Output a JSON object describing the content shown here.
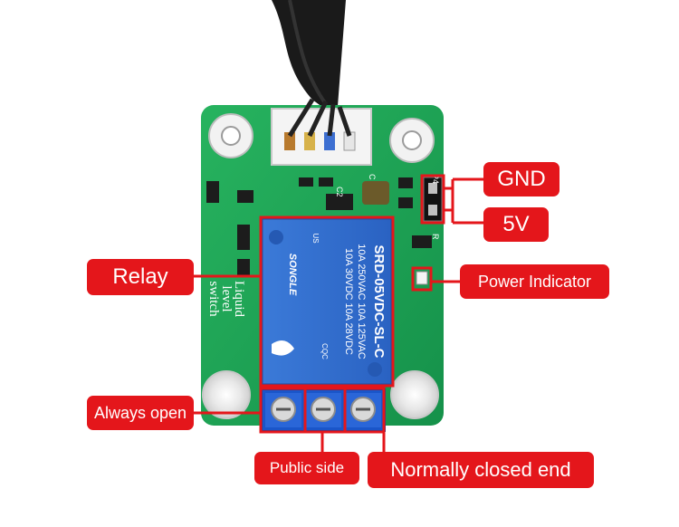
{
  "labels": {
    "gnd": "GND",
    "vcc": "5V",
    "power_indicator": "Power Indicator",
    "relay": "Relay",
    "always_open": "Always open",
    "public_side": "Public side",
    "normally_closed": "Normally closed end"
  },
  "board_text": {
    "silk_line1": "Liquid",
    "silk_line2": "level",
    "silk_line3": "switch",
    "relay_brand": "SONGLE",
    "relay_model": "SRD-05VDC-SL-C",
    "relay_rating1": "10A 250VAC  10A 125VAC",
    "relay_rating2": "10A  30VDC  10A  28VDC",
    "relay_cqc": "CQC",
    "relay_us": "US",
    "pin_p4": "P4",
    "pin_c": "C",
    "pin_r": "R",
    "pin_c2": "C2"
  },
  "colors": {
    "label_bg": "#e4161b",
    "label_text": "#ffffff",
    "pcb_green": "#1fa554",
    "relay_blue": "#2f6fcf",
    "terminal_blue": "#1a55c9"
  }
}
